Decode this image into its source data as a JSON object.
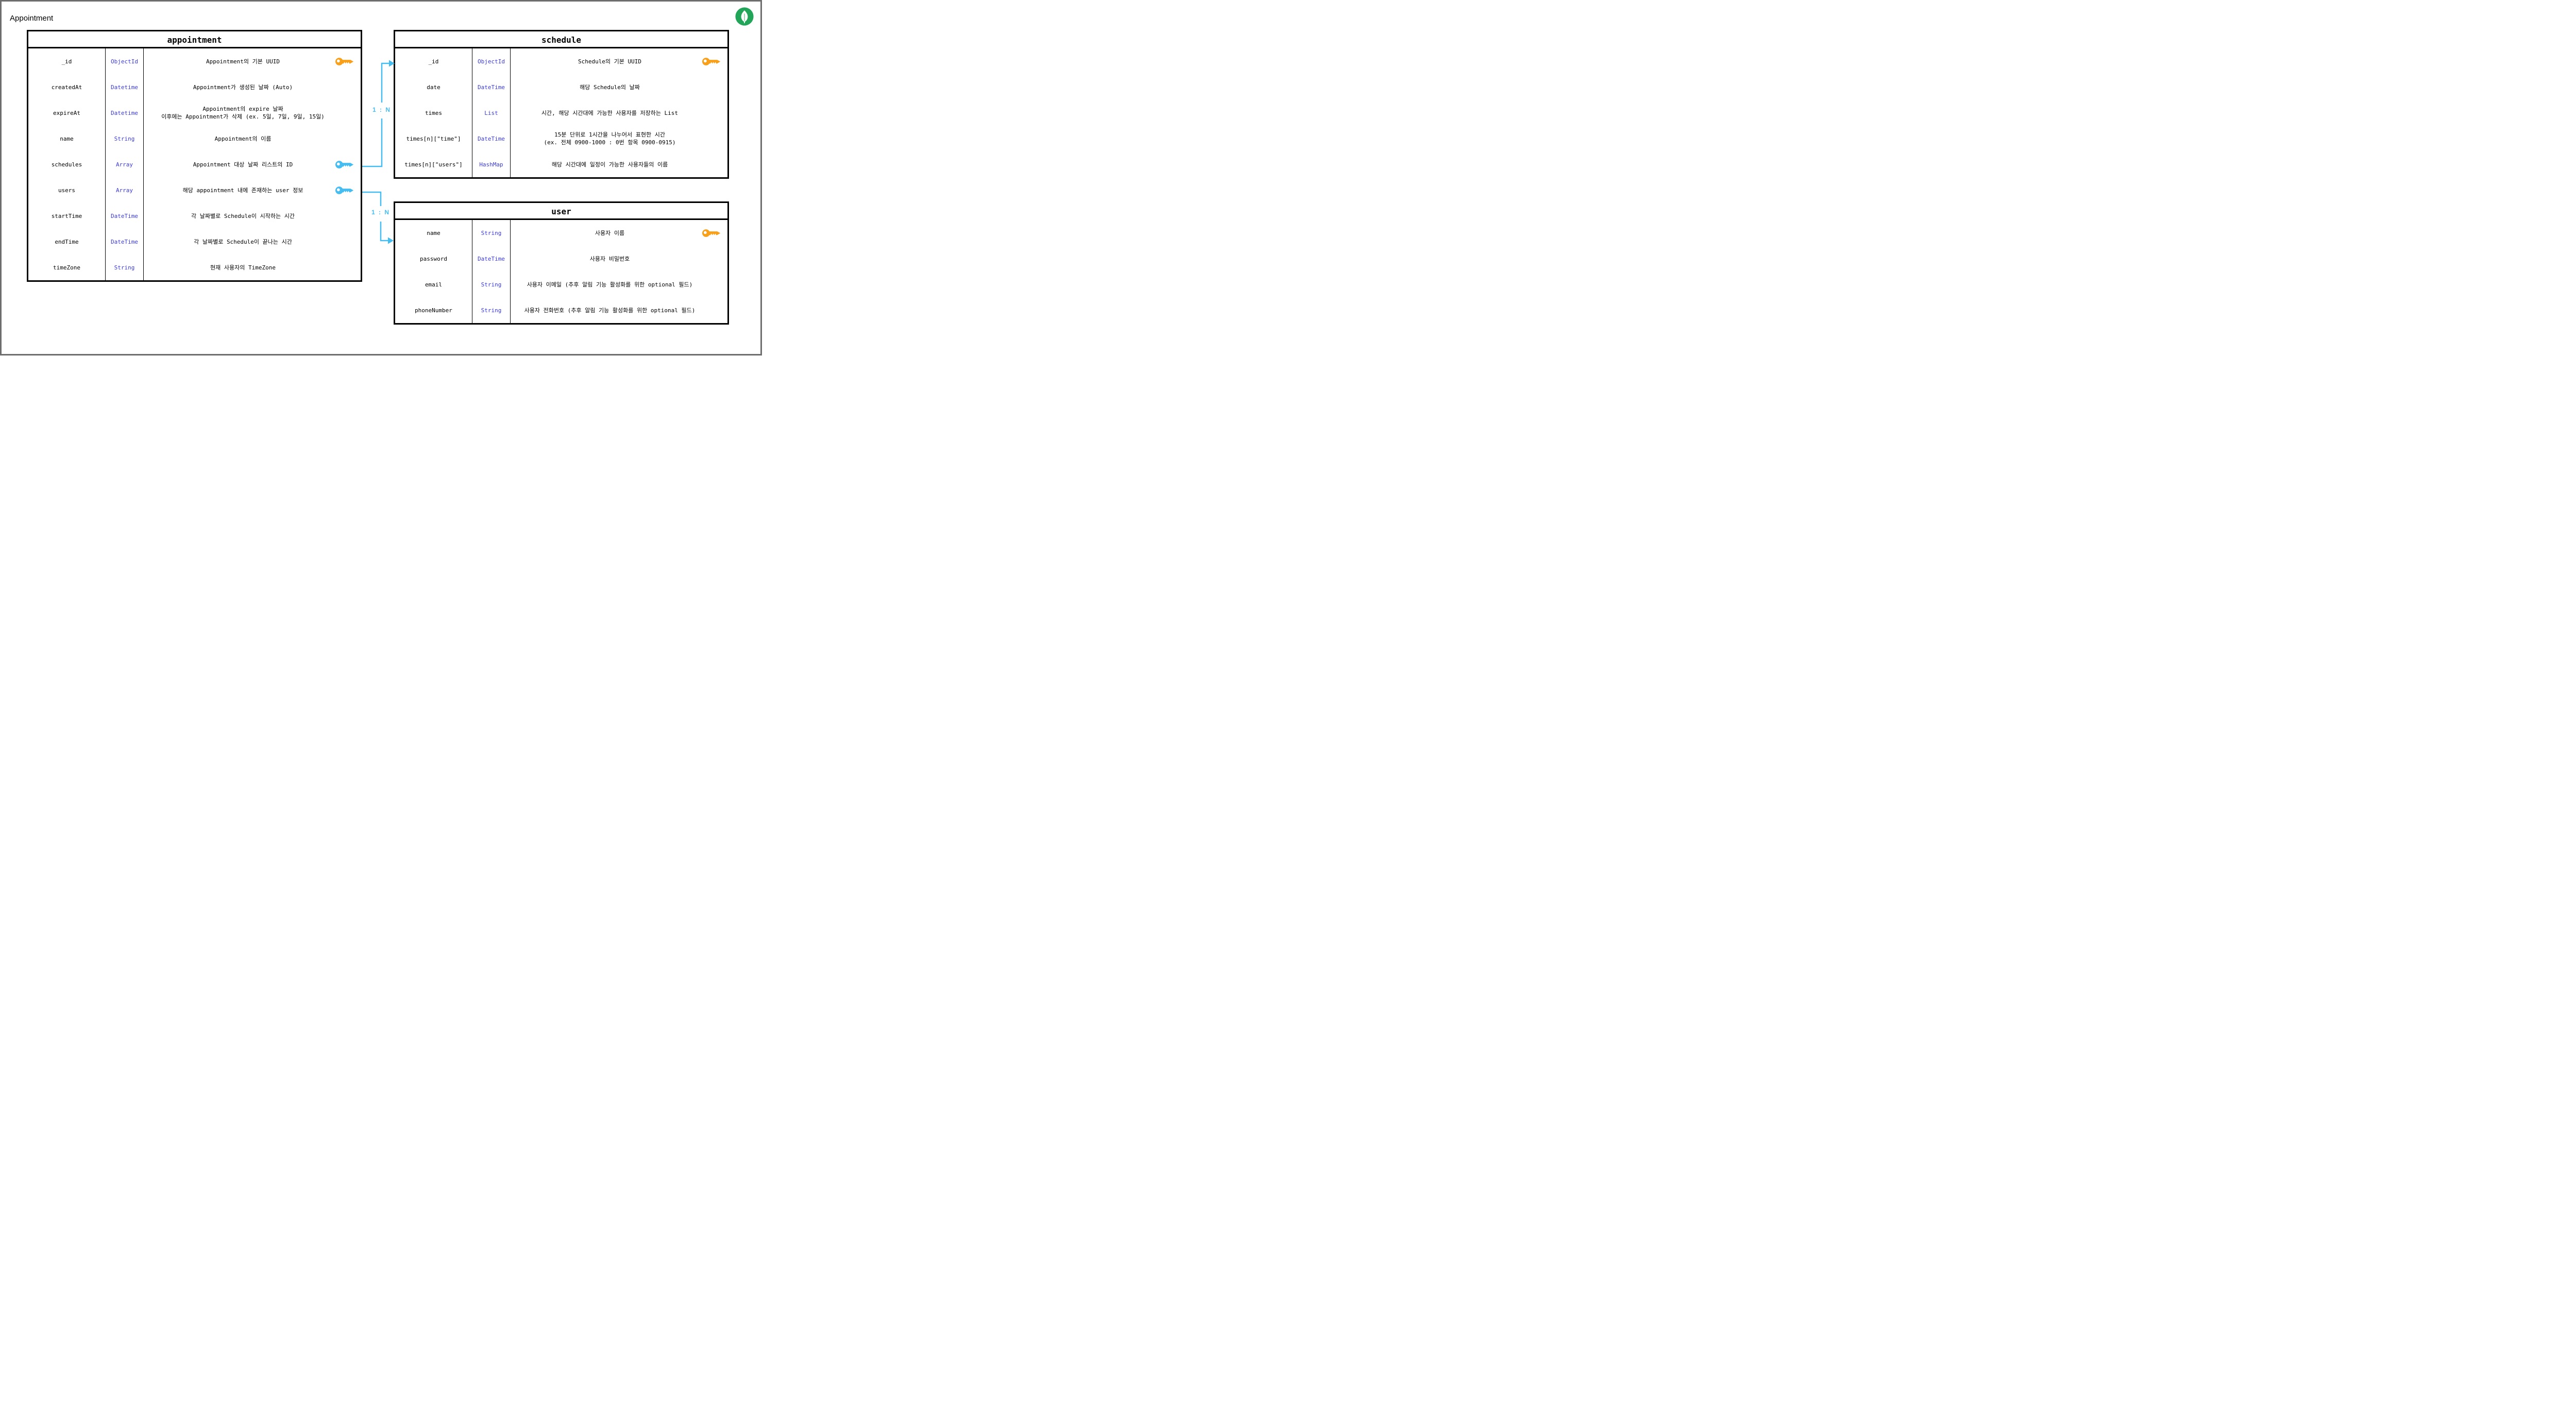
{
  "page": {
    "label": "Appointment"
  },
  "branding": {
    "logo": "mongodb-leaf",
    "green": "#23a559"
  },
  "colors": {
    "type_text": "#3939e8",
    "primary_key": "#f9a01b",
    "foreign_key": "#45bdf0",
    "connector": "#45bdf0",
    "table_border": "#000000",
    "frame": "#6e6e6e"
  },
  "relationships": [
    {
      "label": "1 : N",
      "from": "appointment.schedules",
      "to": "schedule._id"
    },
    {
      "label": "1 : N",
      "from": "appointment.users",
      "to": "user.name"
    }
  ],
  "tables": {
    "appointment": {
      "title": "appointment",
      "rows": [
        {
          "field": "_id",
          "type": "ObjectId",
          "desc": [
            "Appointment의 기본 UUID"
          ],
          "key": "primary"
        },
        {
          "field": "createdAt",
          "type": "Datetime",
          "desc": [
            "Appointment가 생성된 날짜 (Auto)"
          ]
        },
        {
          "field": "expireAt",
          "type": "Datetime",
          "desc": [
            "Appointment의 expire 날짜",
            "이후에는 Appointment가 삭제 (ex. 5일, 7일, 9일, 15일)"
          ]
        },
        {
          "field": "name",
          "type": "String",
          "desc": [
            "Appointment의 이름"
          ]
        },
        {
          "field": "schedules",
          "type": "Array",
          "desc": [
            "Appointment 대상 날짜 리스트의 ID"
          ],
          "key": "foreign"
        },
        {
          "field": "users",
          "type": "Array",
          "desc": [
            "해당 appointment 내에 존재하는 user 정보"
          ],
          "key": "foreign"
        },
        {
          "field": "startTime",
          "type": "DateTime",
          "desc": [
            "각 날짜별로 Schedule이 시작하는 시간"
          ]
        },
        {
          "field": "endTime",
          "type": "DateTime",
          "desc": [
            "각 날짜별로 Schedule이 끝나는 시간"
          ]
        },
        {
          "field": "timeZone",
          "type": "String",
          "desc": [
            "현재 사용자의 TimeZone"
          ]
        }
      ]
    },
    "schedule": {
      "title": "schedule",
      "rows": [
        {
          "field": "_id",
          "type": "ObjectId",
          "desc": [
            "Schedule의 기본 UUID"
          ],
          "key": "primary"
        },
        {
          "field": "date",
          "type": "DateTime",
          "desc": [
            "해당 Schedule의 날짜"
          ]
        },
        {
          "field": "times",
          "type": "List",
          "desc": [
            "시간, 해당 시간대에 가능한 사용자를 저장하는 List"
          ]
        },
        {
          "field": "times[n][\"time\"]",
          "type": "DateTime",
          "desc": [
            "15분 단위로 1시간을 나누어서 표현한 시간",
            "(ex. 전체 0900-1000 : 0번 항목 0900-0915)"
          ]
        },
        {
          "field": "times[n][\"users\"]",
          "type": "HashMap",
          "desc": [
            "해당 시간대에 일정이 가능한 사용자들의 이름"
          ]
        }
      ]
    },
    "user": {
      "title": "user",
      "rows": [
        {
          "field": "name",
          "type": "String",
          "desc": [
            "사용자 이름"
          ],
          "key": "primary"
        },
        {
          "field": "password",
          "type": "DateTime",
          "desc": [
            "사용자 비밀번호"
          ]
        },
        {
          "field": "email",
          "type": "String",
          "desc": [
            "사용자 이메일 (추후 알림 기능 활성화를 위한 optional 필드)"
          ]
        },
        {
          "field": "phoneNumber",
          "type": "String",
          "desc": [
            "사용자 전화번호 (추후 알림 기능 활성화를 위한 optional 필드)"
          ]
        }
      ]
    }
  }
}
